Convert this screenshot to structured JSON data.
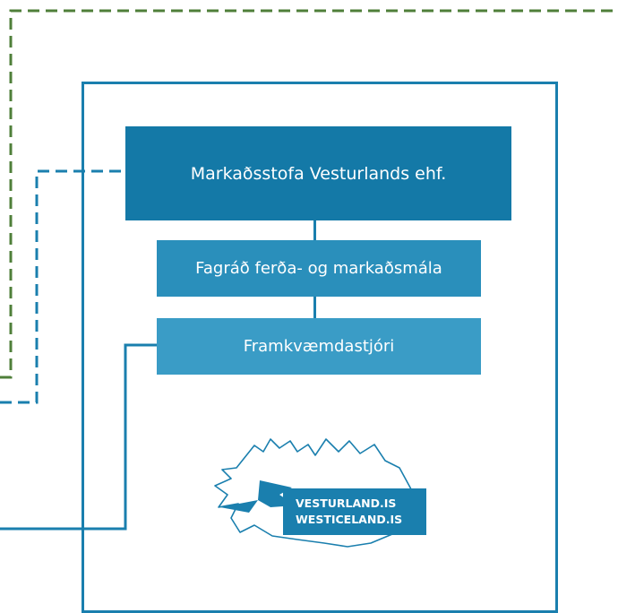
{
  "org_chart": {
    "main_unit": "Markaðsstofa Vesturlands ehf.",
    "advisory_board": "Fagráð ferða- og markaðsmála",
    "director": "Framkvæmdastjóri"
  },
  "logo": {
    "line1": "VESTURLAND.IS",
    "line2": "WESTICELAND.IS"
  },
  "colors": {
    "primary": "#1479a7",
    "secondary": "#2a8fbb",
    "tertiary": "#3a9cc6",
    "border": "#1a7fae",
    "green_dashed": "#4f7f3a"
  }
}
